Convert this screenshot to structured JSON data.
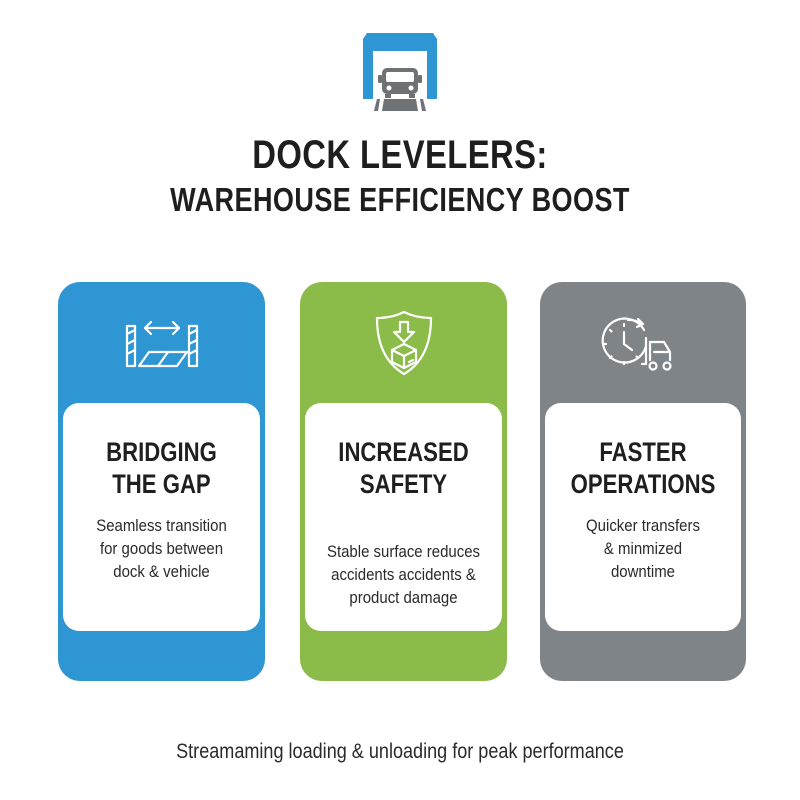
{
  "header": {
    "icon": "loading-dock-truck-icon",
    "title_line1": "DOCK LEVELERS:",
    "title_line2": "WAREHOUSE EFFICIENCY BOOST"
  },
  "colors": {
    "blue": "#2f96d4",
    "green": "#8bbb48",
    "gray": "#7f8488",
    "icon_gray": "#6f7275",
    "text_dark": "#1f1f1f"
  },
  "cards": [
    {
      "icon": "bridge-gap-icon",
      "heading": "BRIDGING\nTHE GAP",
      "body": "Seamless transition\nfor goods between\ndock & vehicle"
    },
    {
      "icon": "safety-shield-box-icon",
      "heading": "INCREASED\nSAFETY",
      "body": "Stable surface reduces\naccidents accidents &\nproduct damage"
    },
    {
      "icon": "clock-forklift-icon",
      "heading": "FASTER\nOPERATIONS",
      "body": "Quicker transfers\n& minmized\ndowntime"
    }
  ],
  "footer": {
    "tagline": "Streamaming loading & unloading for peak performance"
  }
}
